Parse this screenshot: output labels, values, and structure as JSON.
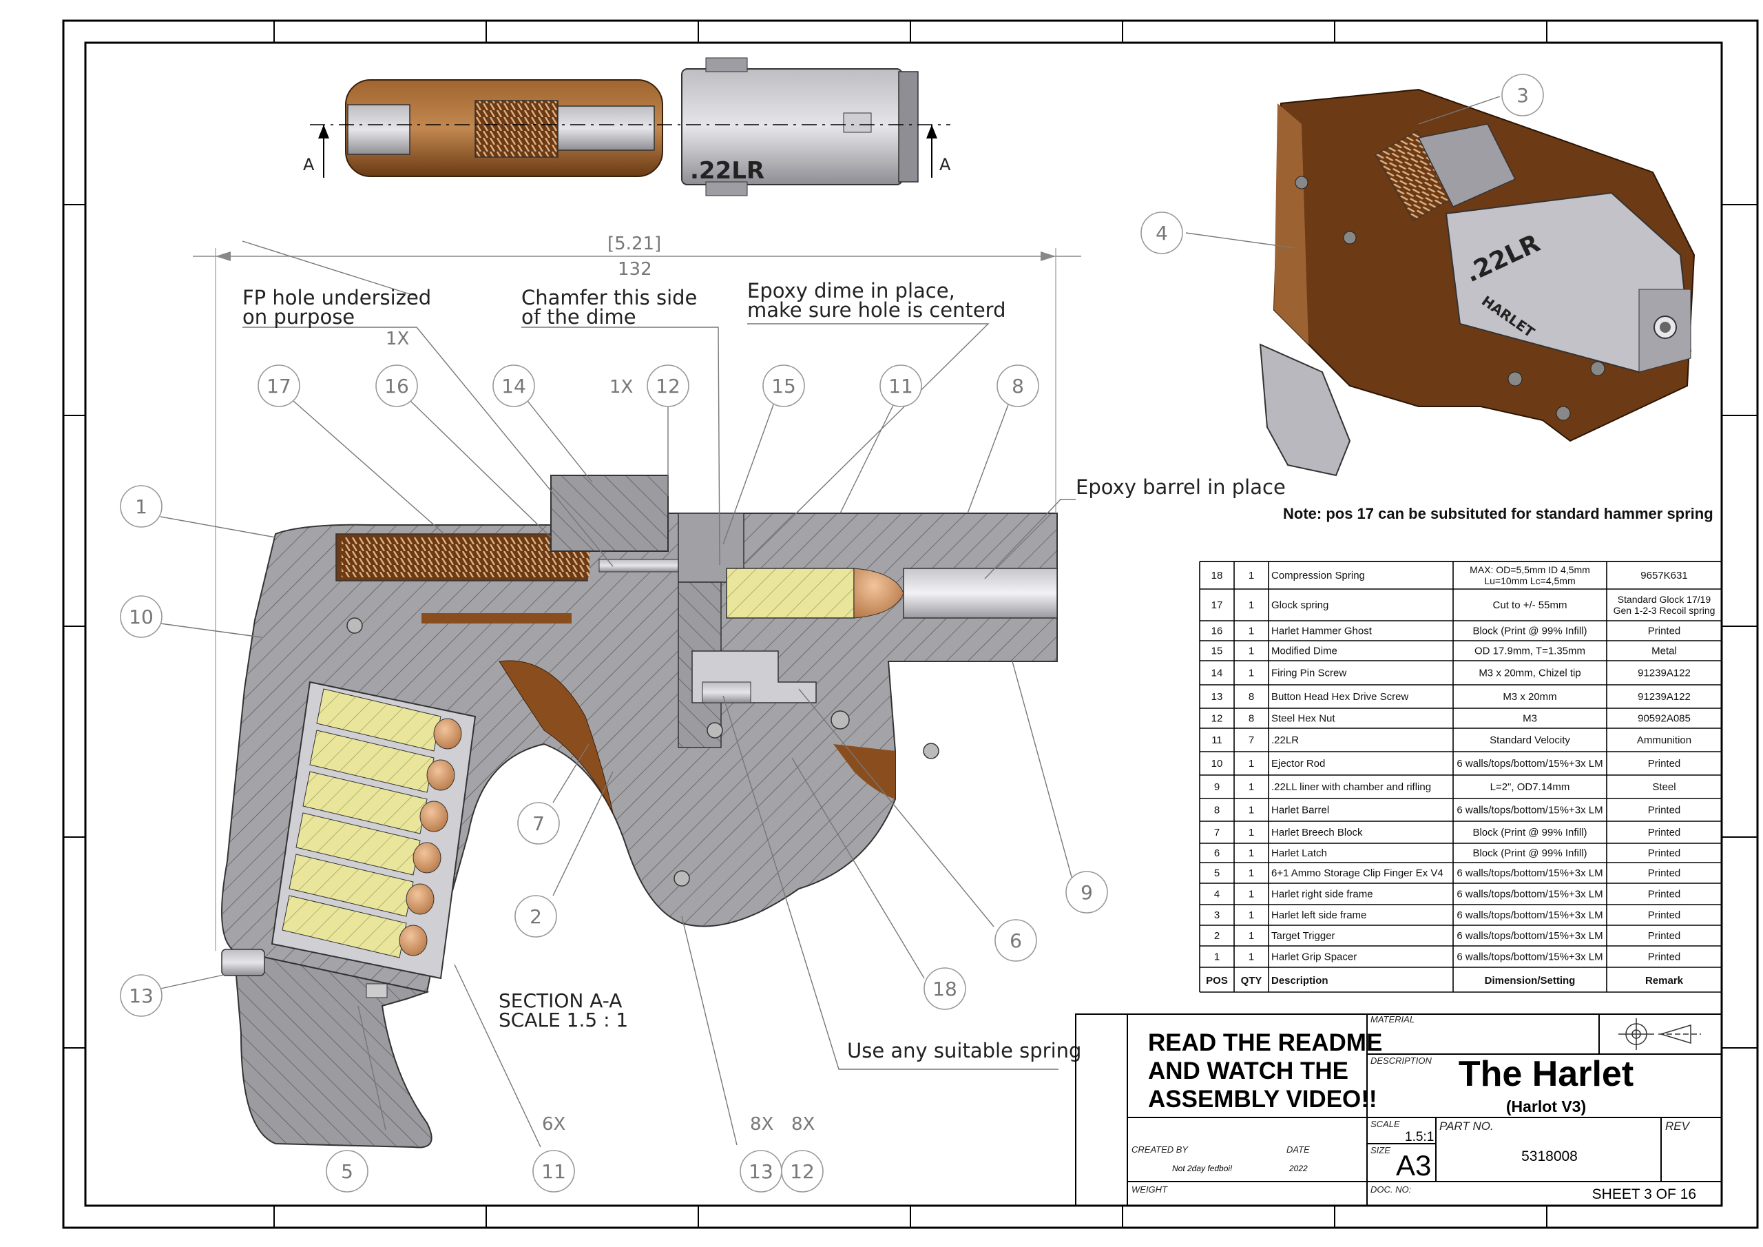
{
  "top_view": {
    "caliber_text": ".22LR",
    "section_marker_left": "A",
    "section_marker_right": "A"
  },
  "section_view": {
    "dimension_ref": "[5.21]",
    "dimension_value": "132",
    "caption_line1": "SECTION A-A",
    "caption_line2": "SCALE 1.5 : 1"
  },
  "callouts": {
    "fp_hole_line1": "FP hole undersized",
    "fp_hole_line2": "on purpose",
    "chamfer_line1": "Chamfer this side",
    "chamfer_line2": "of the dime",
    "epoxy_dime_line1": "Epoxy dime in place,",
    "epoxy_dime_line2": "make sure hole is centerd",
    "epoxy_barrel": "Epoxy barrel in place",
    "spring": "Use any suitable spring"
  },
  "qty_marks": {
    "q_1x_a": "1X",
    "q_1x_b": "1X",
    "q_6x": "6X",
    "q_8x_a": "8X",
    "q_8x_b": "8X"
  },
  "balloons": {
    "b1": "1",
    "b2": "2",
    "b3": "3",
    "b4": "4",
    "b5": "5",
    "b6": "6",
    "b7": "7",
    "b8": "8",
    "b9": "9",
    "b10": "10",
    "b11_top": "11",
    "b11_bot": "11",
    "b12_top": "12",
    "b12_bot": "12",
    "b13_left": "13",
    "b13_bot": "13",
    "b14": "14",
    "b15": "15",
    "b16": "16",
    "b17": "17",
    "b18": "18"
  },
  "iso_view": {
    "caliber_text": ".22LR",
    "brand_text": "HARLET"
  },
  "note": "Note: pos 17 can be subsituted for standard hammer spring",
  "bom": {
    "headers": [
      "POS",
      "QTY",
      "Description",
      "Dimension/Setting",
      "Remark"
    ],
    "rows": [
      {
        "pos": "18",
        "qty": "1",
        "desc": "Compression Spring",
        "dim1": "MAX: OD=5,5mm ID 4,5mm",
        "dim2": "Lu=10mm Lc=4,5mm",
        "rem1": "9657K631",
        "rem2": ""
      },
      {
        "pos": "17",
        "qty": "1",
        "desc": "Glock spring",
        "dim1": "Cut to +/- 55mm",
        "dim2": "",
        "rem1": "Standard Glock 17/19",
        "rem2": "Gen 1-2-3 Recoil spring"
      },
      {
        "pos": "16",
        "qty": "1",
        "desc": "Harlet Hammer Ghost",
        "dim1": "Block (Print @ 99% Infill)",
        "dim2": "",
        "rem1": "Printed",
        "rem2": ""
      },
      {
        "pos": "15",
        "qty": "1",
        "desc": "Modified Dime",
        "dim1": "OD 17.9mm, T=1.35mm",
        "dim2": "",
        "rem1": "Metal",
        "rem2": ""
      },
      {
        "pos": "14",
        "qty": "1",
        "desc": "Firing Pin Screw",
        "dim1": "M3 x 20mm, Chizel tip",
        "dim2": "",
        "rem1": "91239A122",
        "rem2": ""
      },
      {
        "pos": "13",
        "qty": "8",
        "desc": "Button Head Hex Drive Screw",
        "dim1": "M3 x 20mm",
        "dim2": "",
        "rem1": "91239A122",
        "rem2": ""
      },
      {
        "pos": "12",
        "qty": "8",
        "desc": "Steel Hex Nut",
        "dim1": "M3",
        "dim2": "",
        "rem1": "90592A085",
        "rem2": ""
      },
      {
        "pos": "11",
        "qty": "7",
        "desc": ".22LR",
        "dim1": "Standard Velocity",
        "dim2": "",
        "rem1": "Ammunition",
        "rem2": ""
      },
      {
        "pos": "10",
        "qty": "1",
        "desc": "Ejector Rod",
        "dim1": "6 walls/tops/bottom/15%+3x LM",
        "dim2": "",
        "rem1": "Printed",
        "rem2": ""
      },
      {
        "pos": "9",
        "qty": "1",
        "desc": ".22LL liner with chamber and rifling",
        "dim1": "L=2\", OD7.14mm",
        "dim2": "",
        "rem1": "Steel",
        "rem2": ""
      },
      {
        "pos": "8",
        "qty": "1",
        "desc": "Harlet Barrel",
        "dim1": "6 walls/tops/bottom/15%+3x LM",
        "dim2": "",
        "rem1": "Printed",
        "rem2": ""
      },
      {
        "pos": "7",
        "qty": "1",
        "desc": "Harlet Breech Block",
        "dim1": "Block (Print @ 99% Infill)",
        "dim2": "",
        "rem1": "Printed",
        "rem2": ""
      },
      {
        "pos": "6",
        "qty": "1",
        "desc": "Harlet Latch",
        "dim1": "Block (Print @ 99% Infill)",
        "dim2": "",
        "rem1": "Printed",
        "rem2": ""
      },
      {
        "pos": "5",
        "qty": "1",
        "desc": "6+1 Ammo Storage Clip Finger Ex V4",
        "dim1": "6 walls/tops/bottom/15%+3x LM",
        "dim2": "",
        "rem1": "Printed",
        "rem2": ""
      },
      {
        "pos": "4",
        "qty": "1",
        "desc": "Harlet right side frame",
        "dim1": "6 walls/tops/bottom/15%+3x LM",
        "dim2": "",
        "rem1": "Printed",
        "rem2": ""
      },
      {
        "pos": "3",
        "qty": "1",
        "desc": "Harlet left side frame",
        "dim1": "6 walls/tops/bottom/15%+3x LM",
        "dim2": "",
        "rem1": "Printed",
        "rem2": ""
      },
      {
        "pos": "2",
        "qty": "1",
        "desc": "Target Trigger",
        "dim1": "6 walls/tops/bottom/15%+3x LM",
        "dim2": "",
        "rem1": "Printed",
        "rem2": ""
      },
      {
        "pos": "1",
        "qty": "1",
        "desc": "Harlet Grip Spacer",
        "dim1": "6 walls/tops/bottom/15%+3x LM",
        "dim2": "",
        "rem1": "Printed",
        "rem2": ""
      }
    ]
  },
  "title_block": {
    "readme_line1": "READ THE README",
    "readme_line2": "AND WATCH THE",
    "readme_line3": "ASSEMBLY VIDEO!!",
    "material_label": "MATERIAL",
    "description_label": "DESCRIPTION",
    "title": "The Harlet",
    "subtitle": "(Harlot V3)",
    "scale_label": "SCALE",
    "scale_value": "1.5:1",
    "part_no_label": "PART NO.",
    "part_no": "5318008",
    "rev_label": "REV",
    "created_by_label": "CREATED BY",
    "created_by": "Not 2day fedboi!",
    "date_label": "DATE",
    "date": "2022",
    "size_label": "SIZE",
    "size_value": "A3",
    "weight_label": "WEIGHT",
    "doc_no_label": "DOC. NO:",
    "sheet": "SHEET 3 OF 16"
  },
  "colors": {
    "bronze": "#8a4d1e",
    "bronze_light": "#b07a45",
    "steel": "#9a9a9a",
    "section_gray": "#a3a3a6",
    "brass": "#e8e59a",
    "copper": "#d49a6a"
  }
}
